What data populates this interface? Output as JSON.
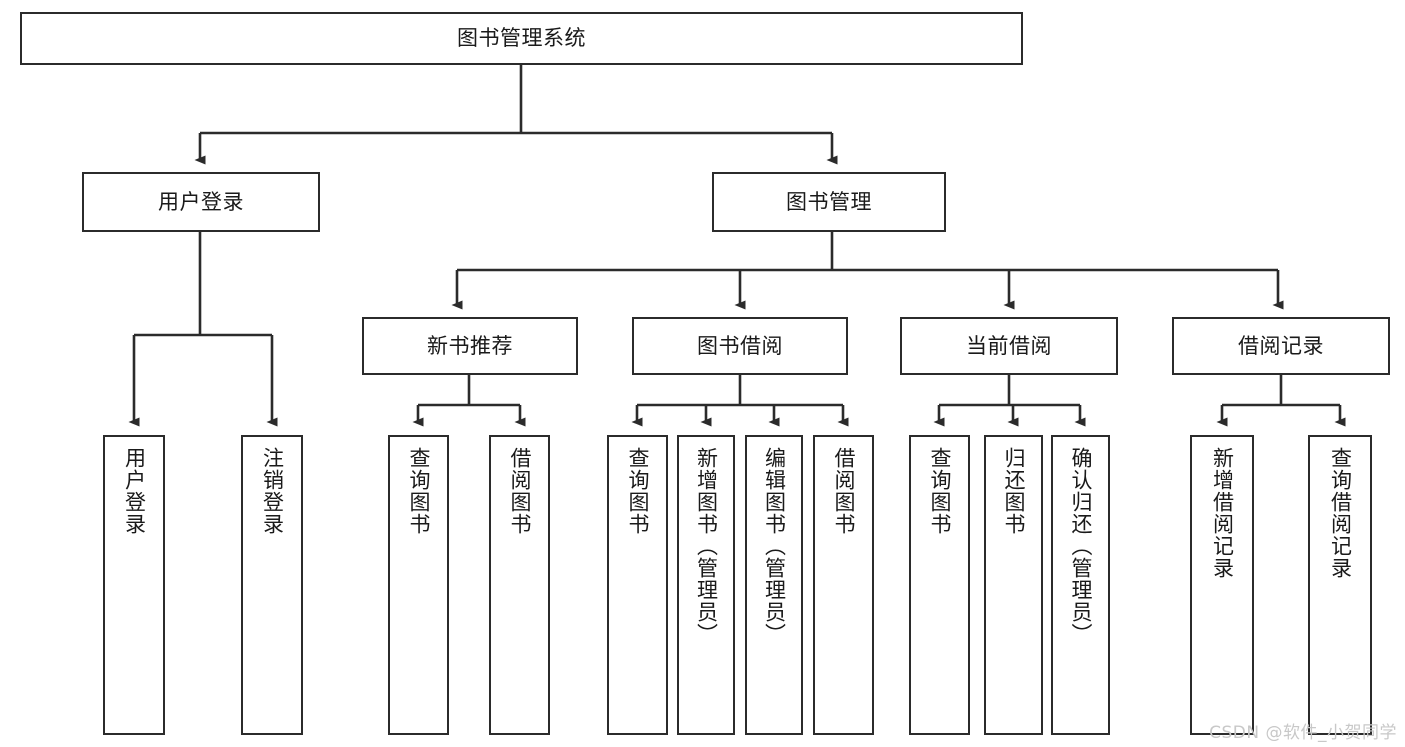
{
  "diagram": {
    "title": "图书管理系统",
    "type": "tree-hierarchy",
    "root": {
      "id": "root",
      "label": "图书管理系统"
    },
    "level2": [
      {
        "id": "user-login",
        "label": "用户登录"
      },
      {
        "id": "book-manage",
        "label": "图书管理"
      }
    ],
    "level3": [
      {
        "id": "new-book-recommend",
        "label": "新书推荐",
        "parent": "book-manage"
      },
      {
        "id": "book-borrow",
        "label": "图书借阅",
        "parent": "book-manage"
      },
      {
        "id": "current-borrow",
        "label": "当前借阅",
        "parent": "book-manage"
      },
      {
        "id": "borrow-record",
        "label": "借阅记录",
        "parent": "book-manage"
      }
    ],
    "leaves": [
      {
        "id": "leaf-user-login",
        "label": "用户登录",
        "parent": "user-login"
      },
      {
        "id": "leaf-logout",
        "label": "注销登录",
        "parent": "user-login"
      },
      {
        "id": "leaf-query-book-1",
        "label": "查询图书",
        "parent": "new-book-recommend"
      },
      {
        "id": "leaf-borrow-book-1",
        "label": "借阅图书",
        "parent": "new-book-recommend"
      },
      {
        "id": "leaf-query-book-2",
        "label": "查询图书",
        "parent": "book-borrow"
      },
      {
        "id": "leaf-add-book",
        "label": "新增图书（管理员）",
        "parent": "book-borrow"
      },
      {
        "id": "leaf-edit-book",
        "label": "编辑图书（管理员）",
        "parent": "book-borrow"
      },
      {
        "id": "leaf-borrow-book-2",
        "label": "借阅图书",
        "parent": "book-borrow"
      },
      {
        "id": "leaf-query-book-3",
        "label": "查询图书",
        "parent": "current-borrow"
      },
      {
        "id": "leaf-return-book",
        "label": "归还图书",
        "parent": "current-borrow"
      },
      {
        "id": "leaf-confirm-return",
        "label": "确认归还（管理员）",
        "parent": "current-borrow"
      },
      {
        "id": "leaf-add-record",
        "label": "新增借阅记录",
        "parent": "borrow-record"
      },
      {
        "id": "leaf-query-record",
        "label": "查询借阅记录",
        "parent": "borrow-record"
      }
    ]
  },
  "watermark": {
    "text": "CSDN @软件_小贺同学"
  },
  "colors": {
    "stroke": "#2b2b2b",
    "fill": "#ffffff",
    "text": "#1a1a1a",
    "watermark": "#c8c8c8"
  }
}
